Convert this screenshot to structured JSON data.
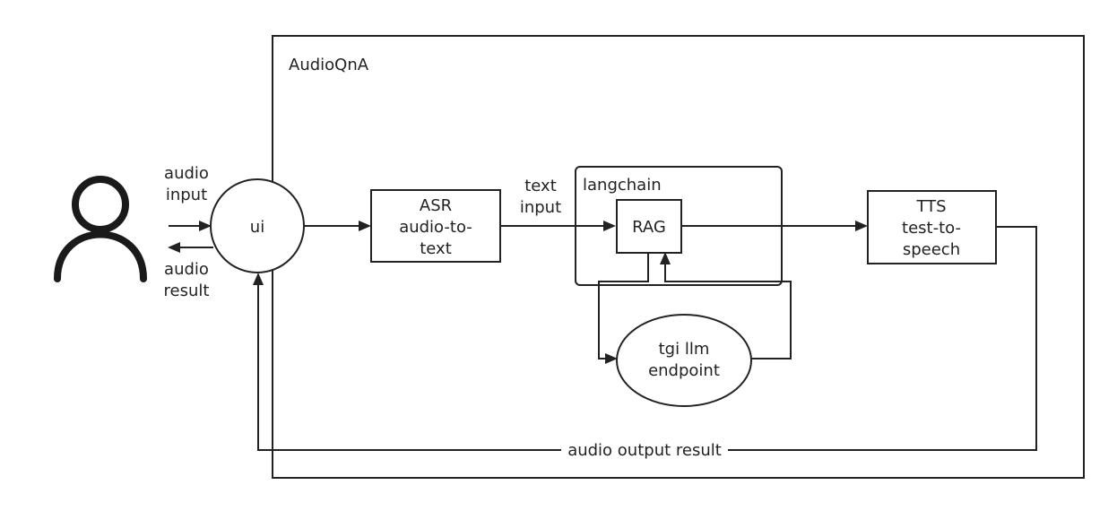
{
  "container": {
    "title": "AudioQnA"
  },
  "user": {
    "icon": "person-icon"
  },
  "edges": {
    "user_to_ui_line1": "audio",
    "user_to_ui_line2": "input",
    "ui_to_user_line1": "audio",
    "ui_to_user_line2": "result",
    "asr_to_rag_line1": "text",
    "asr_to_rag_line2": "input",
    "tts_to_ui": "audio output result"
  },
  "nodes": {
    "ui": "ui",
    "asr": {
      "line1": "ASR",
      "line2": "audio-to-",
      "line3": "text"
    },
    "langchain": "langchain",
    "rag": "RAG",
    "tgi": {
      "line1": "tgi llm",
      "line2": "endpoint"
    },
    "tts": {
      "line1": "TTS",
      "line2": "test-to-",
      "line3": "speech"
    }
  },
  "colors": {
    "stroke": "#222222",
    "background": "#ffffff",
    "text": "#222222"
  }
}
